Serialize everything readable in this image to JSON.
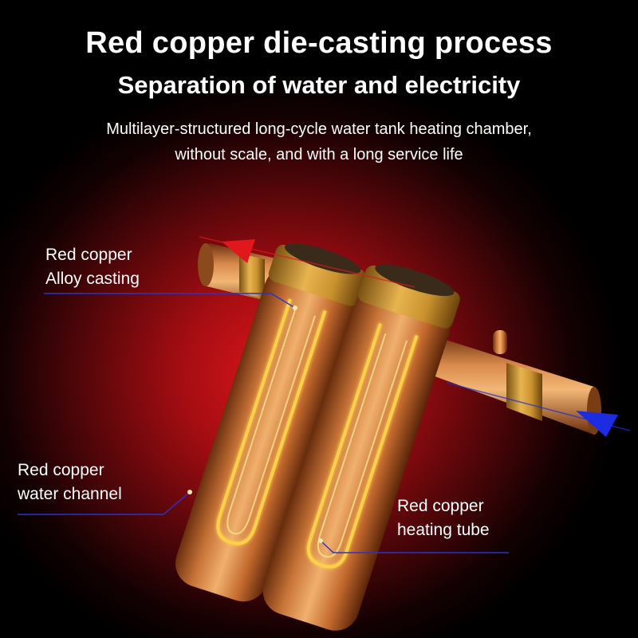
{
  "headline": {
    "title": "Red copper die-casting process",
    "subtitle": "Separation of water and electricity",
    "description": "Multilayer-structured long-cycle water tank heating chamber, without scale, and with a long service life"
  },
  "callouts": [
    {
      "line1": "Red copper",
      "line2": "Alloy casting"
    },
    {
      "line1": "Red copper",
      "line2": "water channel"
    },
    {
      "line1": "Red copper",
      "line2": "heating tube"
    }
  ],
  "colors": {
    "background": "#000000",
    "glow": "#e0161b",
    "copper": "#c87437",
    "brass": "#c9922f",
    "leader_line": "#2b33c8",
    "inlet_arrow": "#1c2ce0",
    "outlet_arrow": "#e0171b"
  },
  "icons": {
    "outlet": "red-arrow-icon",
    "inlet": "blue-arrow-icon"
  }
}
